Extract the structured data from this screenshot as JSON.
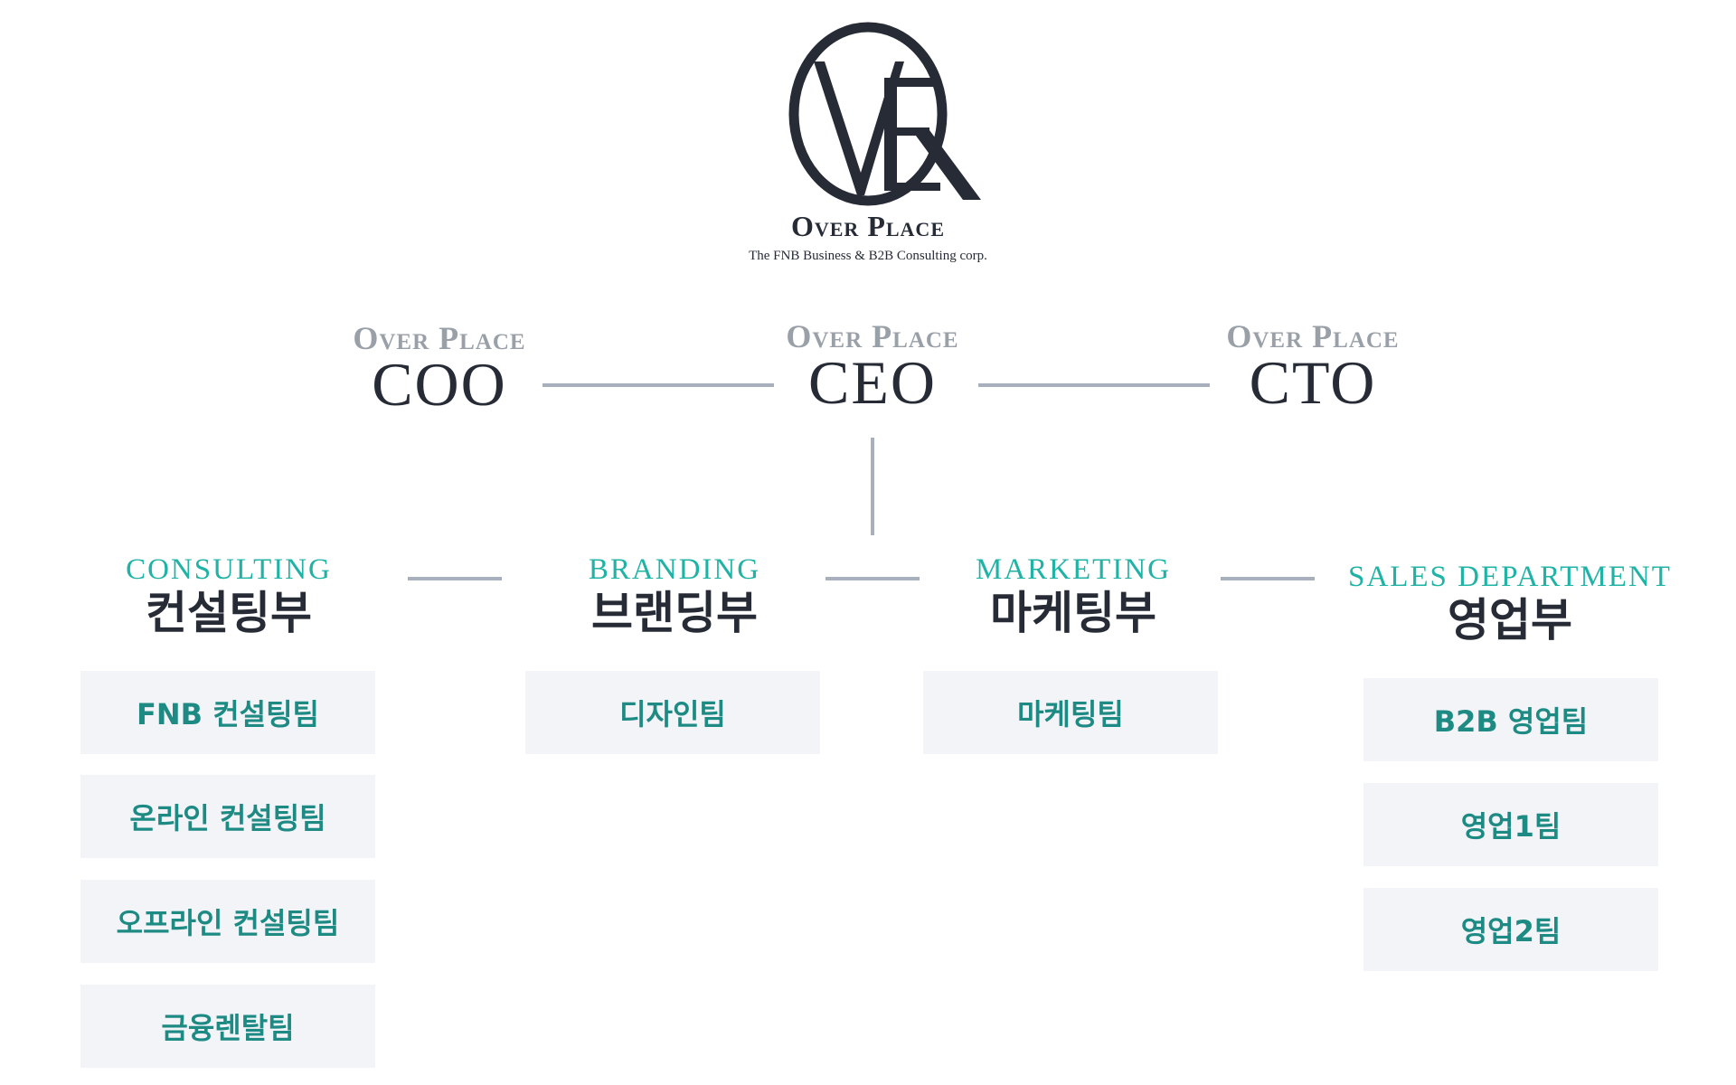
{
  "logo": {
    "name": "Over Place",
    "tagline": "The FNB Business & B2B Consulting corp.",
    "colors": {
      "dark": "#262b36"
    }
  },
  "executives": [
    {
      "brand": "Over Place",
      "title": "COO"
    },
    {
      "brand": "Over Place",
      "title": "CEO"
    },
    {
      "brand": "Over Place",
      "title": "CTO"
    }
  ],
  "departments": [
    {
      "en": "CONSULTING",
      "ko": "컨설팅부",
      "teams": [
        "FNB 컨설팅팀",
        "온라인 컨설팅팀",
        "오프라인 컨설팅팀",
        "금융렌탈팀"
      ]
    },
    {
      "en": "BRANDING",
      "ko": "브랜딩부",
      "teams": [
        "디자인팀"
      ]
    },
    {
      "en": "MARKETING",
      "ko": "마케팅부",
      "teams": [
        "마케팅팀"
      ]
    },
    {
      "en": "SALES DEPARTMENT",
      "ko": "영업부",
      "teams": [
        "B2B 영업팀",
        "영업1팀",
        "영업2팀"
      ]
    }
  ],
  "colors": {
    "accent": "#1fb3a5",
    "team_text": "#1e8a84",
    "box_bg": "#f2f4f7",
    "line": "#a8b0bd",
    "brand_gray": "#9aa0a8"
  }
}
